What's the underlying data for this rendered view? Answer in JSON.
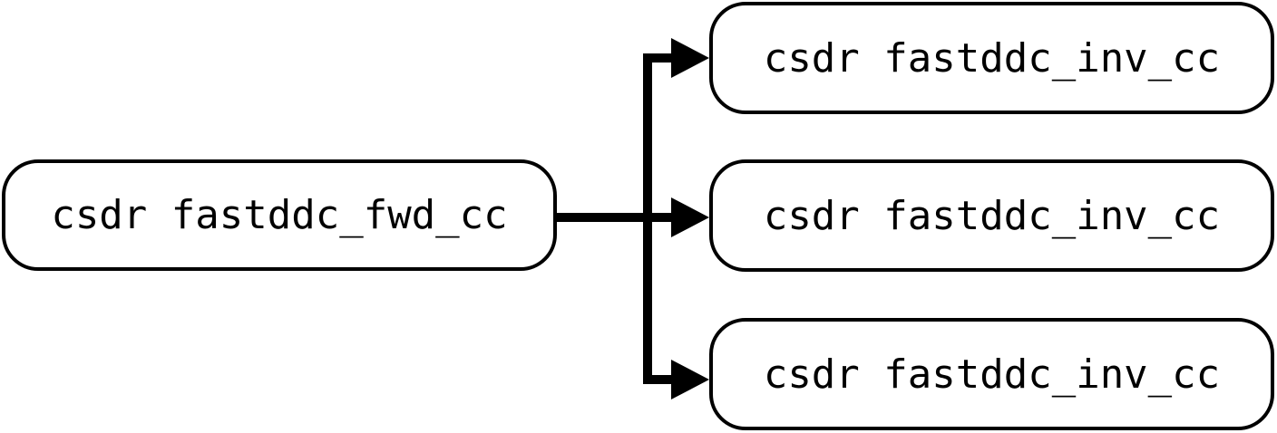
{
  "nodes": {
    "source": {
      "label": "csdr fastddc_fwd_cc"
    },
    "targets": [
      {
        "label": "csdr fastddc_inv_cc"
      },
      {
        "label": "csdr fastddc_inv_cc"
      },
      {
        "label": "csdr fastddc_inv_cc"
      }
    ]
  },
  "edges": [
    {
      "from": "source",
      "to": "targets.0"
    },
    {
      "from": "source",
      "to": "targets.1"
    },
    {
      "from": "source",
      "to": "targets.2"
    }
  ],
  "colors": {
    "stroke": "#000000",
    "fill": "#ffffff",
    "text": "#000000"
  }
}
